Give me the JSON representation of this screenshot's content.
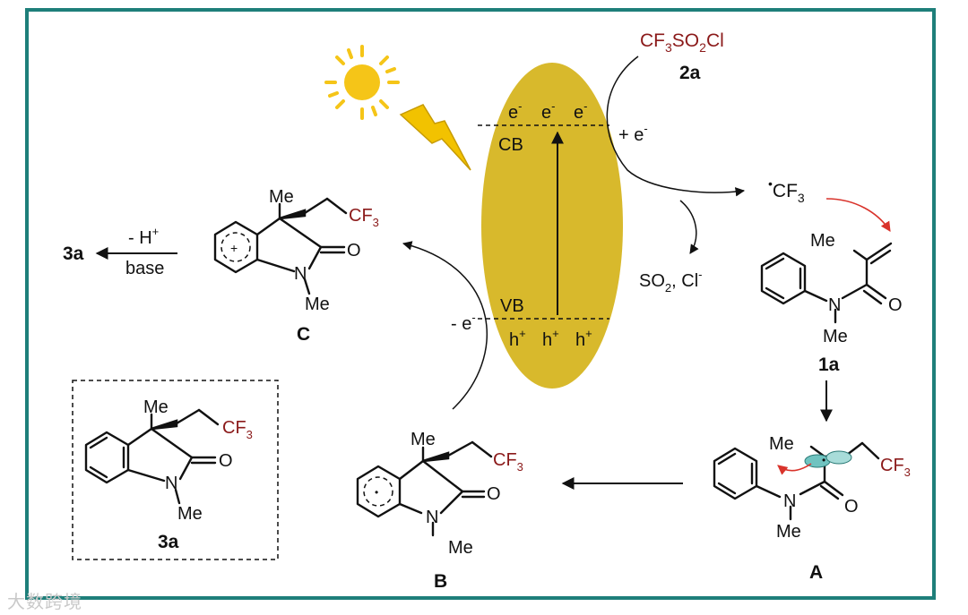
{
  "colors": {
    "frame": "#1e7f7a",
    "semiconductor": "#d8b92c",
    "sun": "#f5c518",
    "bolt": "#f2c200",
    "red_label": "#8b1a1a",
    "radical_lobe": "#6fc3c0",
    "red_arrow": "#d9332b"
  },
  "icons": {
    "sun": "sun-icon",
    "light": "lightning-bolt-icon"
  },
  "semiconductor": {
    "electrons": [
      "e",
      "e",
      "e"
    ],
    "electron_sup": "-",
    "cb_label": "CB",
    "vb_label": "VB",
    "holes": [
      "h",
      "h",
      "h"
    ],
    "hole_sup": "+"
  },
  "reagent_2a": {
    "formula": {
      "a": "CF",
      "b": "3",
      "c": "SO",
      "d": "2",
      "e": "Cl"
    },
    "label": "2a"
  },
  "electron_gain": {
    "text": "+ e",
    "sup": "-"
  },
  "cf3_radical": {
    "dot": "•",
    "text": "CF",
    "sub": "3"
  },
  "byproduct": {
    "a": "SO",
    "b": "2",
    "c": ", Cl",
    "d": "-"
  },
  "electron_loss": {
    "text": "- e",
    "sup": "-"
  },
  "deprotonation": {
    "top": "- H",
    "sup": "+",
    "bottom": "base"
  },
  "product_label": "3a",
  "atoms": {
    "me": "Me",
    "cf3": "CF",
    "cf3_sub": "3",
    "n": "N",
    "o": "O",
    "plus": "+",
    "radical_dot": "•"
  },
  "compound_labels": {
    "c": "C",
    "b": "B",
    "a": "A",
    "one_a": "1a",
    "three_a": "3a"
  },
  "watermark": "大数跨境"
}
